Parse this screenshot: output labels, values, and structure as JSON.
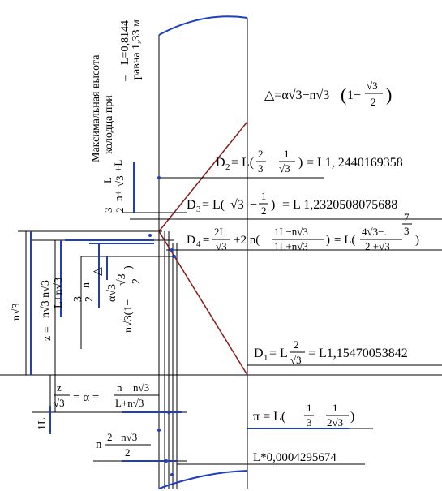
{
  "rotated_labels": {
    "max_height_l1": "Максимальная высота",
    "max_height_l2": "колодца при",
    "max_height_l3": "L=0,8144",
    "max_height_l4": "равна 1,33 м",
    "minus": "–",
    "n_sqrt3": "n√3",
    "z_eq": "z =",
    "z_num": "n√3 n√3",
    "z_den": "L+n√3",
    "three_halves_n_num": "3",
    "three_halves_n_den": "2",
    "three_halves_n_var": "n",
    "triangle": "△",
    "alpha_sqrt3": "α√3",
    "n_sqrt3_paren": "n√3(1−",
    "sqrt3_over2_num": "√3",
    "sqrt3_over2_den": "2",
    "close_paren": ")",
    "top_expr_frac_num": "3",
    "top_expr_frac_den": "2",
    "top_expr_n": "n+",
    "top_expr_L_num": "L",
    "top_expr_L_den": "√3",
    "top_expr_plusL": "+L",
    "one_L": "1L"
  },
  "formulas": {
    "delta": {
      "lhs": "△=α√3−n√3",
      "open": "(",
      "one_minus": "1−",
      "sqrt3": "√3",
      "two": "2",
      "close": ")"
    },
    "d2": {
      "lhs": "D",
      "sub": "2",
      "eq": "= L(",
      "f1n": "2",
      "f1d": "3",
      "minus": "−",
      "f2n": "1",
      "f2d": "√3",
      "close": ")",
      "rhs": "= L1, 2440169358"
    },
    "d3": {
      "lhs": "D",
      "sub": "3",
      "eq": "= L(",
      "sqrt": "√3",
      "minus": "−",
      "fn": "1",
      "fd": "2",
      "close": ")",
      "rhs": "= L 1,2320508075688"
    },
    "d4": {
      "lhs": "D",
      "sub": "4",
      "eq": "=",
      "f1n": "2L",
      "f1d": "√3",
      "plus": "+2 n(",
      "f2n": "1L−n√3",
      "f2d": "1L+n√3",
      "close": ")",
      "eq2": "= L(",
      "f3n": "4√3−.",
      "f3d": "2 +√3",
      "seven": "7",
      "three": "3",
      "close2": ")"
    },
    "d1": {
      "lhs": "D",
      "sub": "1",
      "eq": "= L",
      "fn": "2",
      "fd": "√3",
      "rhs": "= L1,15470053842"
    },
    "z_alpha": {
      "zn": "z",
      "zd": "√3",
      "eq": "= α =",
      "n1": "n",
      "n2": "n√3",
      "den": "L+n√3"
    },
    "pi": {
      "lhs": "π = L(",
      "f1n": "1",
      "f1d": "3",
      "minus": "−",
      "f2n": "1",
      "f2d": "2√3",
      "close": ")"
    },
    "n_frac": {
      "n": "n",
      "num": "2 −n√3",
      "den": "2"
    },
    "bottom": {
      "text": "L*0,0004295674"
    }
  },
  "colors": {
    "line": "#000000",
    "blue": "#1f3fbf",
    "red": "#8b1a1a"
  }
}
